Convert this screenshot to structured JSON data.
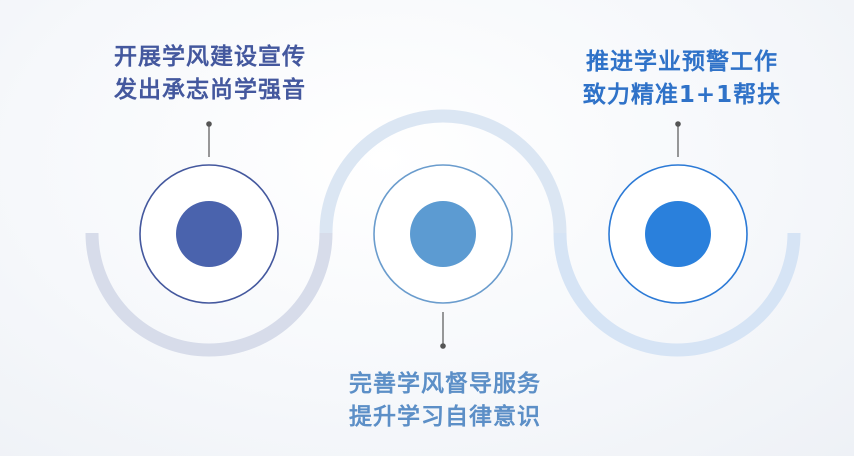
{
  "nodes": [
    {
      "line1": "开展学风建设宣传",
      "line2": "发出承志尚学强音",
      "text_color": "#44589e",
      "ring_color": "#44589e",
      "dot_color": "#4a63ad"
    },
    {
      "line1": "完善学风督导服务",
      "line2": "提升学习自律意识",
      "text_color": "#5c8fc7",
      "ring_color": "#6a9ccd",
      "dot_color": "#5c9bd2"
    },
    {
      "line1": "推进学业预警工作",
      "line2": "致力精准1+1帮扶",
      "text_color": "#2f72c8",
      "ring_color": "#2c7ad6",
      "dot_color": "#2a80dc"
    }
  ],
  "colors": {
    "wave_left": "#d7dcea",
    "wave_mid": "#dbe6f3",
    "wave_right": "#d6e4f5",
    "connector": "#555555"
  }
}
